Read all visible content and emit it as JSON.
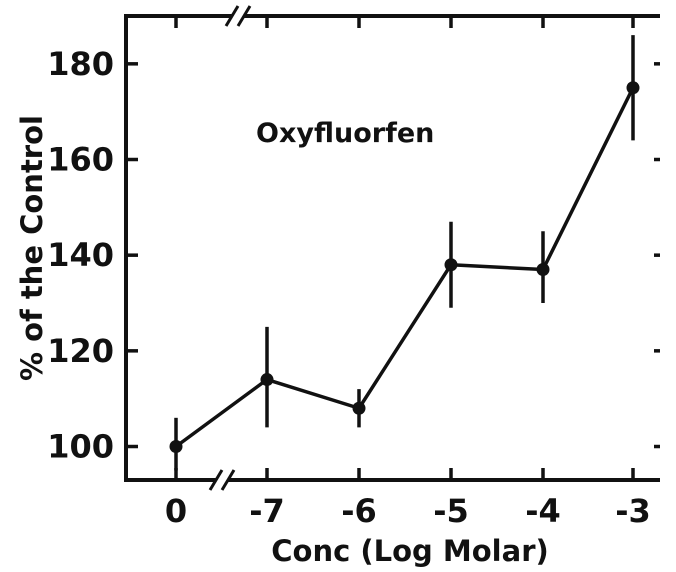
{
  "chart_data": {
    "type": "line",
    "annotation": "Oxyfluorfen",
    "xlabel": "Conc (Log Molar)",
    "ylabel": "% of the Control",
    "x_tick_labels": [
      "0",
      "-7",
      "-6",
      "-5",
      "-4",
      "-3"
    ],
    "y_ticks": [
      100,
      120,
      140,
      160,
      180
    ],
    "y_tick_labels": [
      "100",
      "120",
      "140",
      "160",
      "180"
    ],
    "ylim": [
      93,
      190
    ],
    "axis_break": "x-axis between 0 and -7",
    "grid": false,
    "series": [
      {
        "x": [
          "0",
          "-7",
          "-6",
          "-5",
          "-4",
          "-3"
        ],
        "values": [
          100,
          114,
          108,
          138,
          137,
          175
        ],
        "error_low": [
          95,
          104,
          104,
          129,
          130,
          164
        ],
        "error_high": [
          106,
          125,
          112,
          147,
          145,
          186
        ]
      }
    ]
  }
}
